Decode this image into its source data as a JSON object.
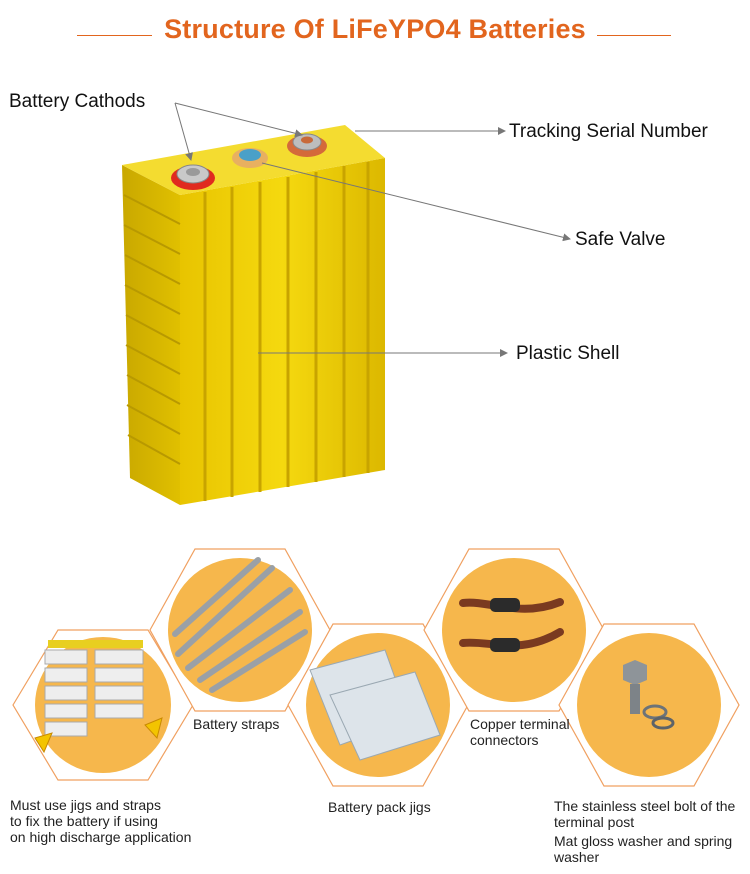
{
  "header": {
    "title": "Structure Of LiFeYPO4 Batteries"
  },
  "callouts": {
    "cathodes": "Battery Cathods",
    "serial": "Tracking Serial Number",
    "valve": "Safe Valve",
    "shell": "Plastic Shell"
  },
  "accessories": {
    "straps": "Battery straps",
    "copper_line1": "Copper terminal",
    "copper_line2": "connectors",
    "jigs": "Battery pack jigs",
    "note_line1": "Must use jigs and straps",
    "note_line2": "to fix the battery if using",
    "note_line3": "on high discharge application",
    "bolt_line1": "The stainless steel bolt of the",
    "bolt_line2": "terminal post",
    "washer_line1": "Mat gloss washer and spring",
    "washer_line2": "washer"
  },
  "colors": {
    "accent": "#e2651e",
    "battery_yellow": "#f1d200",
    "hex_fill": "#f6b74c",
    "hex_border": "#f0a060"
  }
}
